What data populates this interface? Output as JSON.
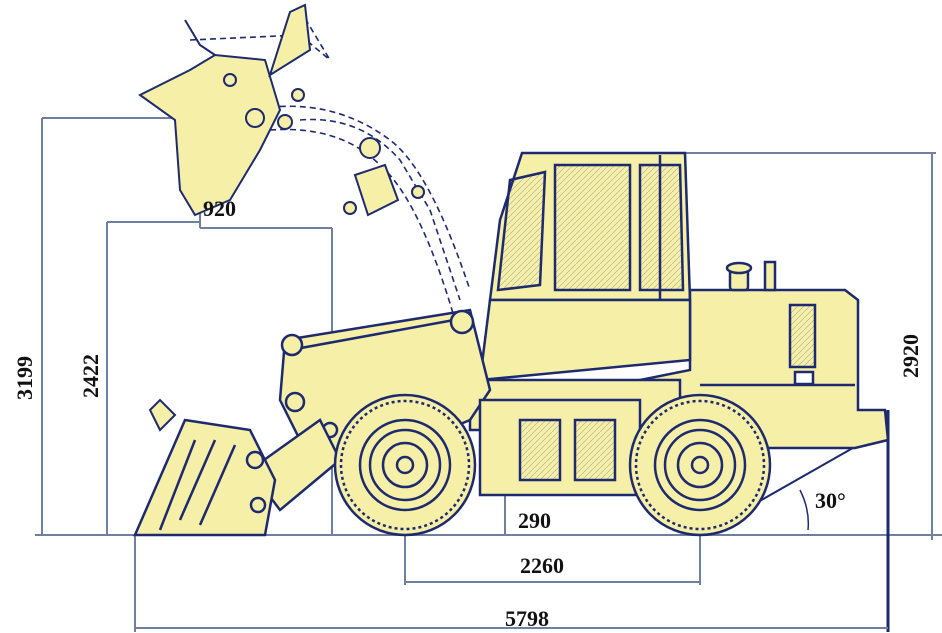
{
  "dimensions": {
    "max_bucket_height": "3199",
    "dump_height": "2422",
    "dump_reach": "920",
    "machine_height": "2920",
    "ground_clearance": "290",
    "wheelbase": "2260",
    "overall_length": "5798",
    "departure_angle": "30°"
  },
  "colors": {
    "machine_fill": "#f5efa8",
    "outline": "#1e2a6e",
    "dimension_line": "#7a8aa6",
    "text": "#111111"
  }
}
